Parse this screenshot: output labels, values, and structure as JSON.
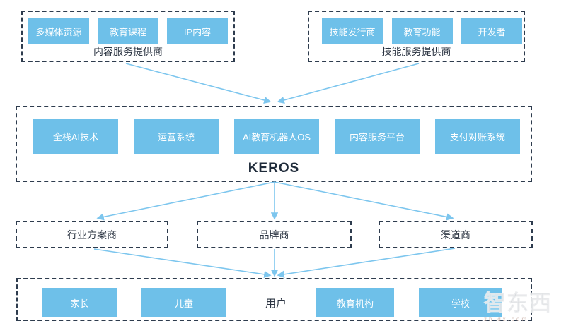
{
  "diagram": {
    "content_provider": {
      "label": "内容服务提供商",
      "items": [
        "多媒体资源",
        "教育课程",
        "IP内容"
      ]
    },
    "skill_provider": {
      "label": "技能服务提供商",
      "items": [
        "技能发行商",
        "教育功能",
        "开发者"
      ]
    },
    "keros": {
      "label": "KEROS",
      "items": [
        "全栈AI技术",
        "运营系统",
        "AI教育机器人OS",
        "内容服务平台",
        "支付对账系统"
      ]
    },
    "partners": {
      "items": [
        "行业方案商",
        "品牌商",
        "渠道商"
      ]
    },
    "users": {
      "label": "用户",
      "items": [
        "家长",
        "儿童",
        "教育机构",
        "学校"
      ]
    }
  },
  "watermark": {
    "logo": "智东西",
    "site": "zhidx.com"
  },
  "colors": {
    "node_blue": "#6ec0e9",
    "arrow_blue": "#7dc6ee",
    "border_dark": "#2e3c4e"
  }
}
